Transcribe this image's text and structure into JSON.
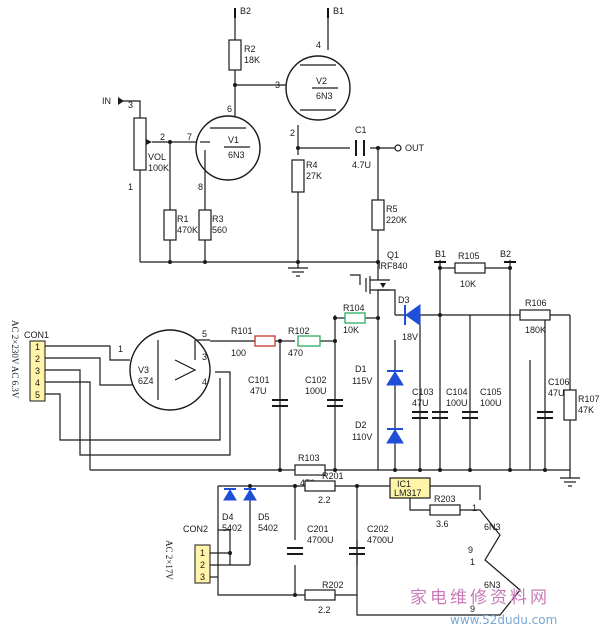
{
  "supply_labels": {
    "b1": "B1",
    "b2": "B2",
    "in": "IN",
    "out": "OUT"
  },
  "tubes": {
    "v1": {
      "name": "V1",
      "type": "6N3",
      "pins": [
        "6",
        "7",
        "8"
      ]
    },
    "v2": {
      "name": "V2",
      "type": "6N3",
      "pins": [
        "4",
        "3",
        "2"
      ]
    },
    "v3": {
      "name": "V3",
      "type": "6Z4",
      "pins": [
        "1",
        "5",
        "3",
        "4"
      ]
    }
  },
  "pot": {
    "name": "VOL",
    "value": "100K",
    "pins": [
      "3",
      "2",
      "1"
    ]
  },
  "resistors": {
    "r1": {
      "name": "R1",
      "value": "470K"
    },
    "r2": {
      "name": "R2",
      "value": "18K"
    },
    "r3": {
      "name": "R3",
      "value": "560"
    },
    "r4": {
      "name": "R4",
      "value": "27K"
    },
    "r5": {
      "name": "R5",
      "value": "220K"
    },
    "r101": {
      "name": "R101",
      "value": "100"
    },
    "r102": {
      "name": "R102",
      "value": "470"
    },
    "r103": {
      "name": "R103",
      "value": "470"
    },
    "r104": {
      "name": "R104",
      "value": "10K"
    },
    "r105": {
      "name": "R105",
      "value": "10K"
    },
    "r106": {
      "name": "R106",
      "value": "180K"
    },
    "r107": {
      "name": "R107",
      "value": "47K"
    },
    "r201": {
      "name": "R201",
      "value": "2.2"
    },
    "r202": {
      "name": "R202",
      "value": "2.2"
    },
    "r203": {
      "name": "R203",
      "value": "3.6"
    }
  },
  "capacitors": {
    "c1": {
      "name": "C1",
      "value": "4.7U"
    },
    "c101": {
      "name": "C101",
      "value": "47U"
    },
    "c102": {
      "name": "C102",
      "value": "100U"
    },
    "c103": {
      "name": "C103",
      "value": "47U"
    },
    "c104": {
      "name": "C104",
      "value": "100U"
    },
    "c105": {
      "name": "C105",
      "value": "100U"
    },
    "c106": {
      "name": "C106",
      "value": "47U"
    },
    "c201": {
      "name": "C201",
      "value": "4700U"
    },
    "c202": {
      "name": "C202",
      "value": "4700U"
    }
  },
  "diodes": {
    "d1": {
      "name": "D1",
      "value": "115V"
    },
    "d2": {
      "name": "D2",
      "value": "110V"
    },
    "d3": {
      "name": "D3",
      "value": "18V"
    },
    "d4": {
      "name": "D4",
      "value": "5402"
    },
    "d5": {
      "name": "D5",
      "value": "5402"
    }
  },
  "q1": {
    "name": "Q1",
    "type": "IRF840"
  },
  "ic1": {
    "name": "IC1",
    "type": "LM317"
  },
  "con1": {
    "name": "CON1",
    "pins": [
      "1",
      "2",
      "3",
      "4",
      "5"
    ],
    "ac_label": "AC 2×230V   AC 6.3V"
  },
  "con2": {
    "name": "CON2",
    "pins": [
      "1",
      "2",
      "3"
    ],
    "ac_label": "AC 2×17V"
  },
  "heater_labels": {
    "a_tube": "6N3",
    "a_pin": "1",
    "a_pin2": "9",
    "b_pin": "9",
    "b_pin2": "1",
    "b_tube": "6N3"
  },
  "watermark": {
    "text": "家电维修资料网",
    "url": "www.52dudu.com"
  }
}
